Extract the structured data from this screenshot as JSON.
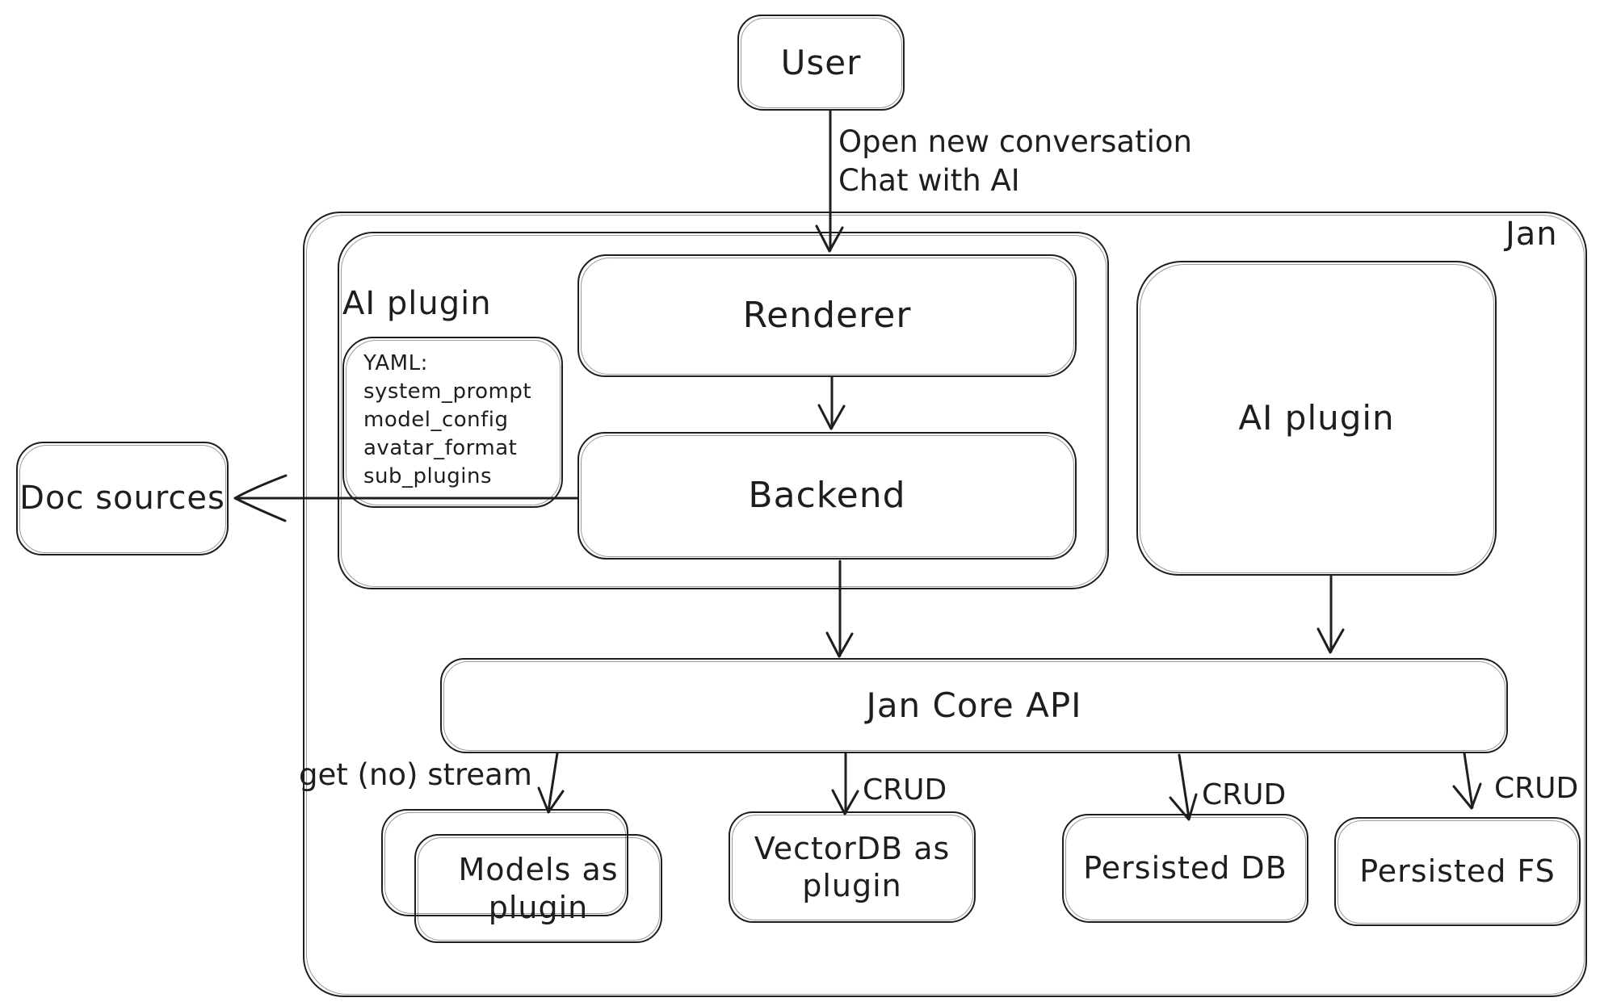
{
  "canvas": {
    "background": "#ffffff",
    "stroke_color": "#1e1e1e"
  },
  "nodes": {
    "user": {
      "label": "User"
    },
    "jan_container": {
      "label": "Jan"
    },
    "ai_plugin_left": {
      "label": "AI plugin"
    },
    "renderer": {
      "label": "Renderer"
    },
    "backend": {
      "label": "Backend"
    },
    "yaml_note": {
      "lines": [
        "YAML:",
        "system_prompt",
        "model_config",
        "avatar_format",
        "sub_plugins"
      ]
    },
    "ai_plugin_right": {
      "label": "AI plugin"
    },
    "doc_sources": {
      "label": "Doc sources"
    },
    "jan_core_api": {
      "label": "Jan Core API"
    },
    "models_as_plugin": {
      "label": "Models as plugin"
    },
    "vectordb_as_plugin": {
      "label": "VectorDB as plugin"
    },
    "persisted_db": {
      "label": "Persisted DB"
    },
    "persisted_fs": {
      "label": "Persisted FS"
    }
  },
  "edges": {
    "user_to_renderer": {
      "label_line1": "Open new conversation",
      "label_line2": "Chat with AI"
    },
    "jan_core_to_models": {
      "label": "get (no) stream"
    },
    "jan_core_to_vectordb": {
      "label": "CRUD"
    },
    "jan_core_to_persisted_db": {
      "label": "CRUD"
    },
    "jan_core_to_persisted_fs": {
      "label": "CRUD"
    }
  }
}
